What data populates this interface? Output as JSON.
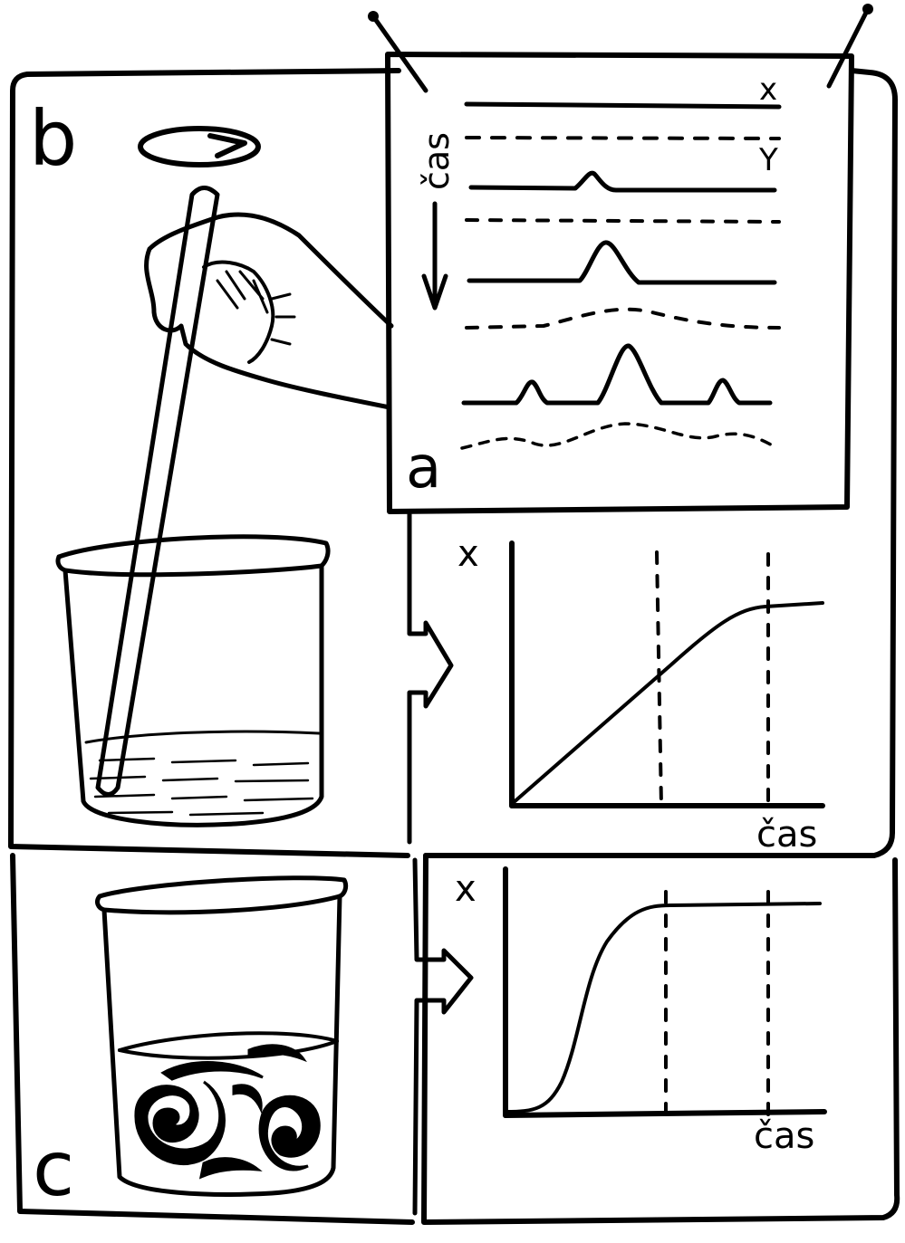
{
  "panels": {
    "a": {
      "label": "a",
      "series_labels": {
        "x": "x",
        "y": "Y"
      },
      "time_label": "čas"
    },
    "b": {
      "label": "b"
    },
    "c": {
      "label": "c"
    }
  },
  "graphs": {
    "top": {
      "y_axis_label": "x",
      "x_axis_label": "čas"
    },
    "bottom": {
      "y_axis_label": "x",
      "x_axis_label": "čas"
    }
  }
}
